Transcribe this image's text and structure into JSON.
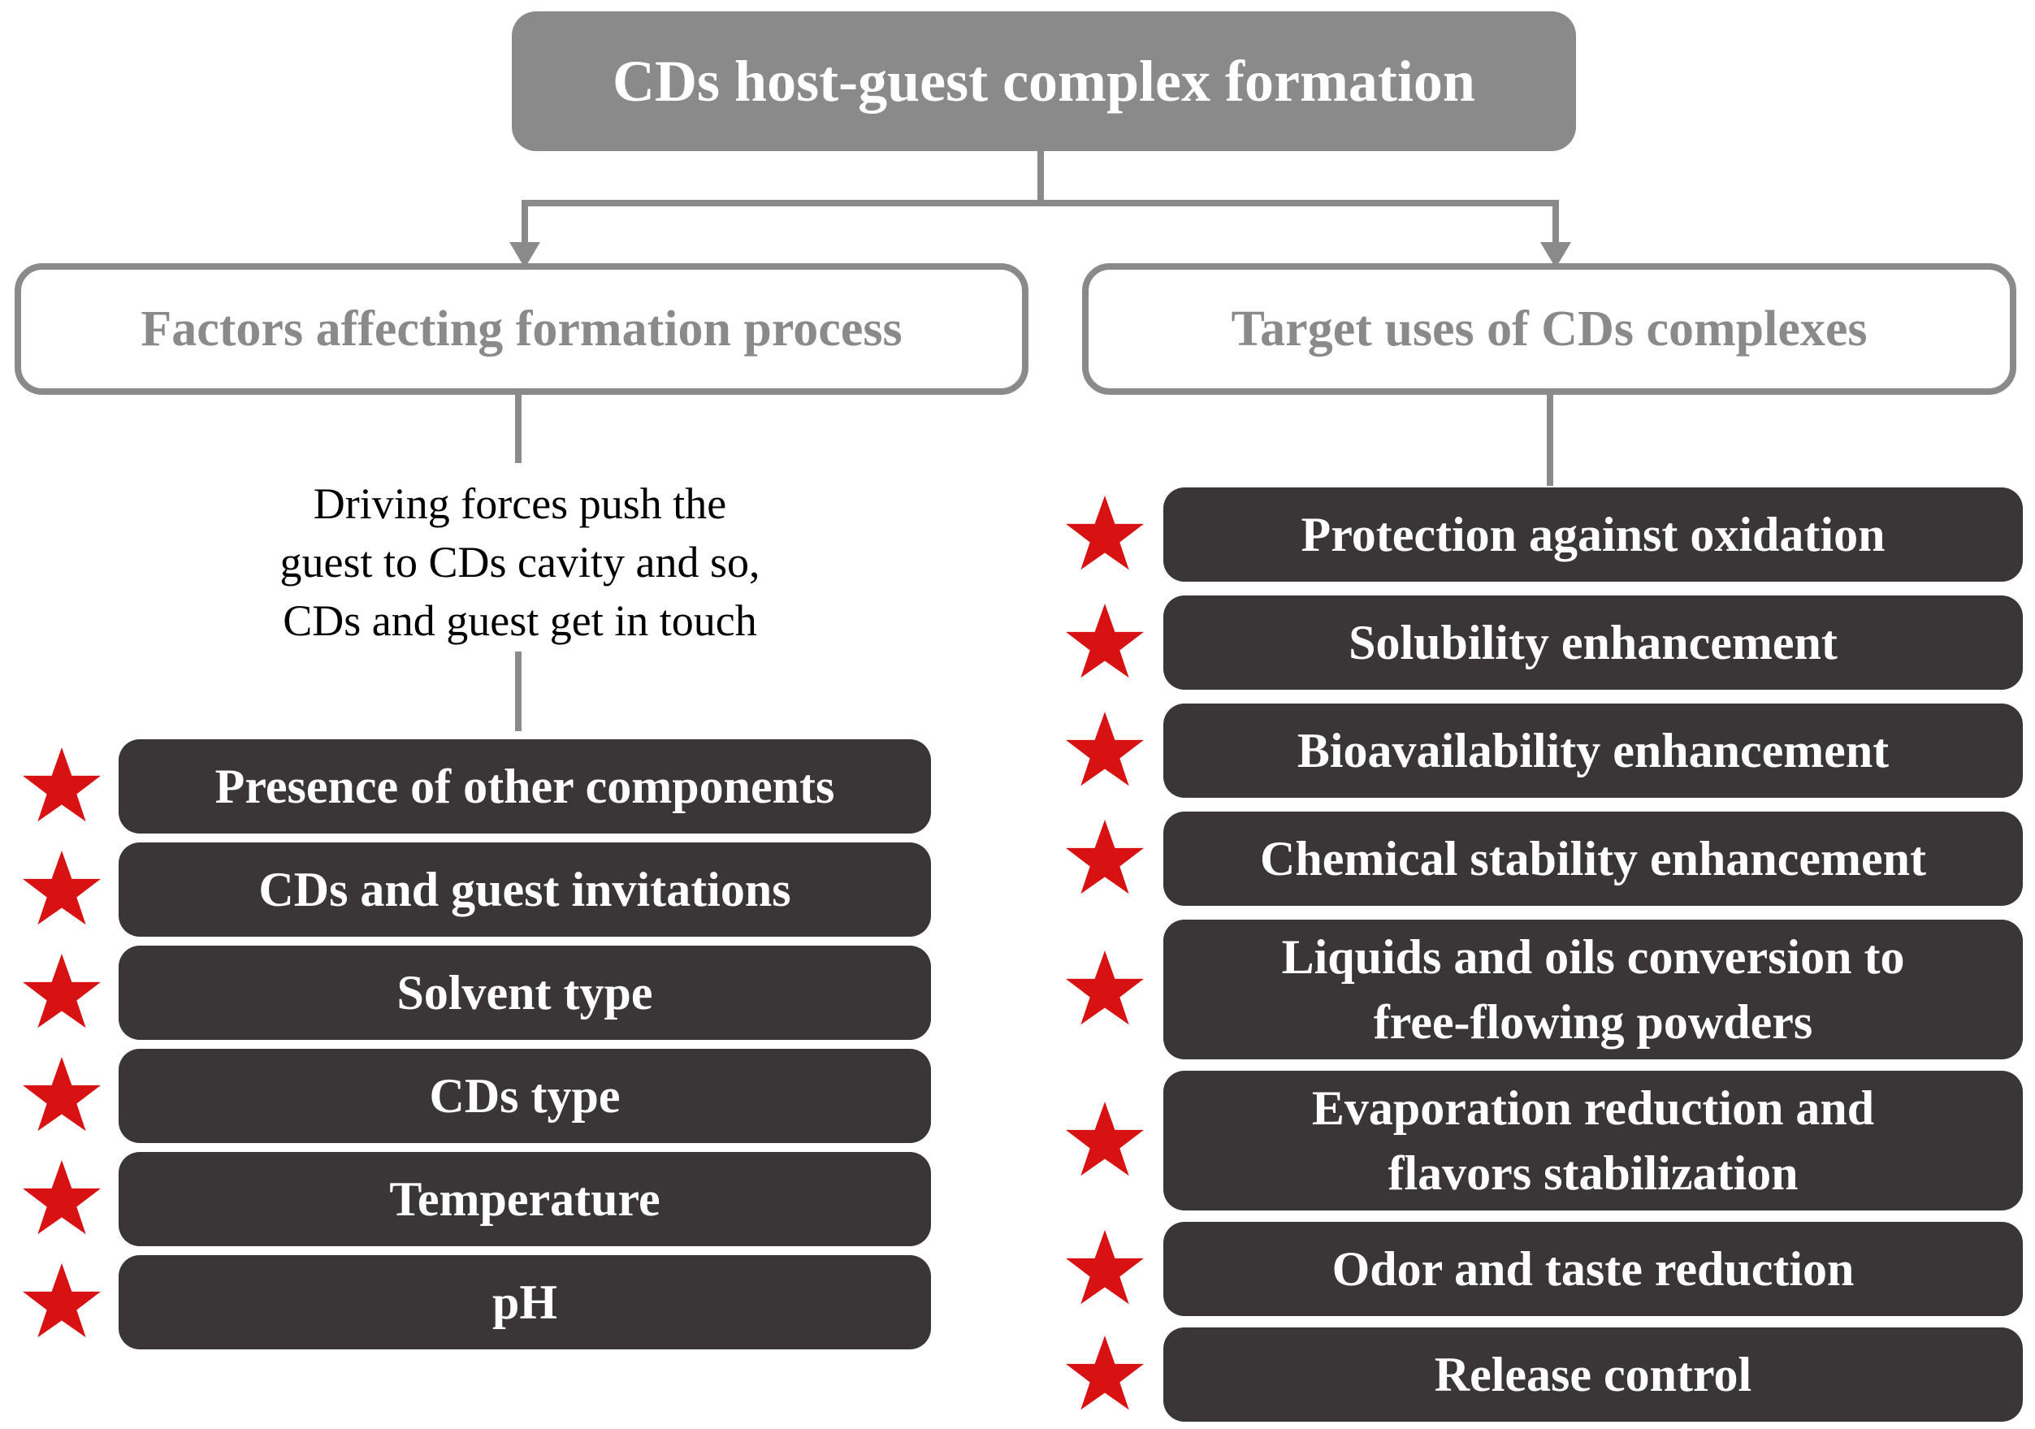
{
  "title": "CDs host-guest complex formation",
  "left": {
    "header": "Factors affecting formation process",
    "note": "Driving forces push the\nguest to CDs cavity and so,\nCDs and guest get in touch",
    "items": [
      "Presence of other components",
      "CDs and guest invitations",
      "Solvent type",
      "CDs type",
      "Temperature",
      "pH"
    ]
  },
  "right": {
    "header": "Target uses of CDs complexes",
    "items": [
      "Protection against oxidation",
      "Solubility enhancement",
      "Bioavailability enhancement",
      "Chemical stability enhancement",
      "Liquids and oils conversion to\nfree-flowing powders",
      "Evaporation reduction and\nflavors stabilization",
      "Odor and taste reduction",
      "Release control"
    ]
  },
  "icons": {
    "star": "red five-pointed star bullet"
  },
  "colors": {
    "connector_gray": "#8a8a8a",
    "title_bg": "#8a8a8a",
    "header_text": "#8a8a8a",
    "dark_box_bg": "#3a3536",
    "dark_box_text": "#ffffff",
    "star_red": "#d81212",
    "note_text": "#000000",
    "background": "#ffffff"
  }
}
